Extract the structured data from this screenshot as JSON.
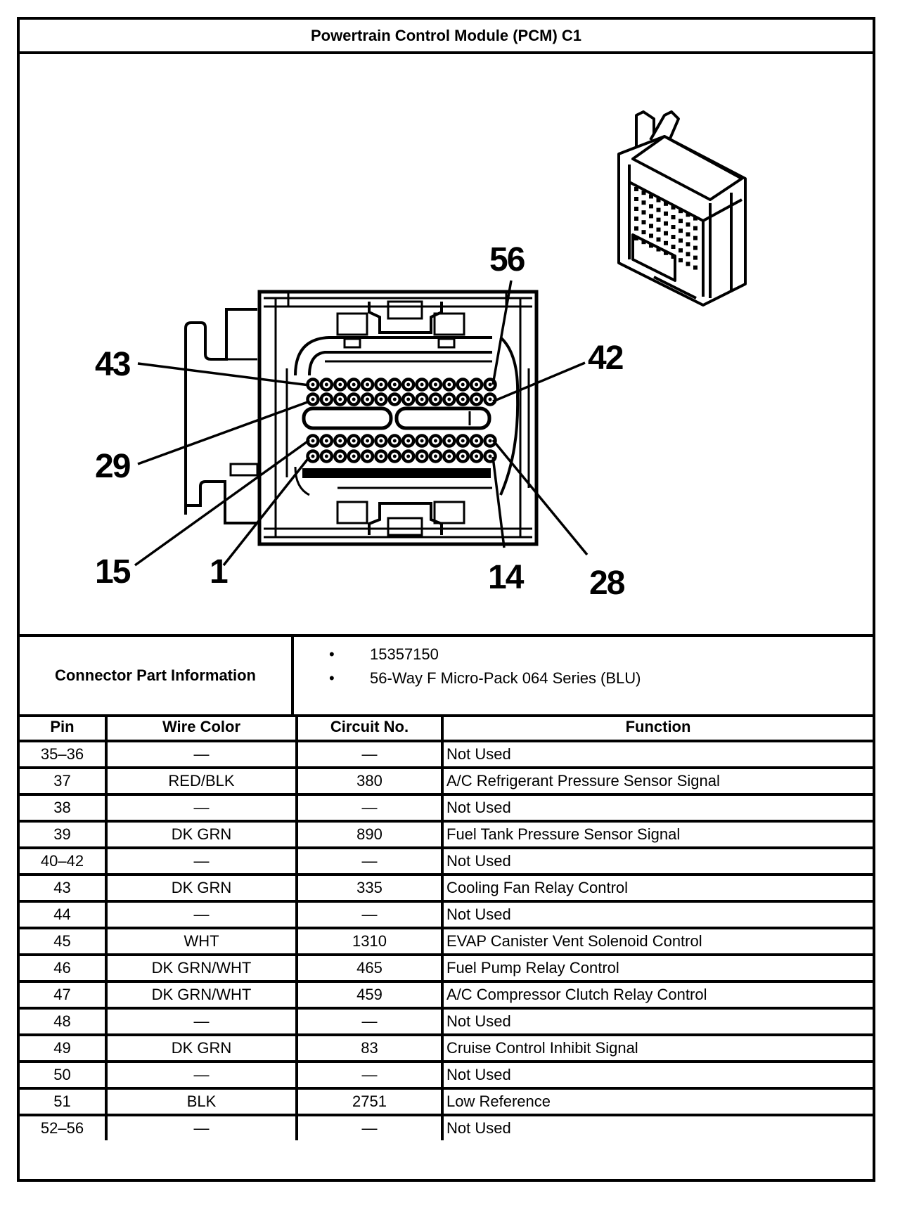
{
  "title": "Powertrain Control Module (PCM) C1",
  "diagram": {
    "pin_labels": [
      "43",
      "29",
      "15",
      "1",
      "56",
      "42",
      "14",
      "28"
    ],
    "pins_per_row": 14,
    "rows": 4
  },
  "connector_info": {
    "label": "Connector Part Information",
    "items": [
      "15357150",
      "56-Way F Micro-Pack 064 Series (BLU)"
    ]
  },
  "table": {
    "headers": [
      "Pin",
      "Wire Color",
      "Circuit No.",
      "Function"
    ],
    "rows": [
      {
        "pin": "35–36",
        "wire_color": "—",
        "circuit": "—",
        "function": "Not Used"
      },
      {
        "pin": "37",
        "wire_color": "RED/BLK",
        "circuit": "380",
        "function": "A/C Refrigerant Pressure Sensor Signal"
      },
      {
        "pin": "38",
        "wire_color": "—",
        "circuit": "—",
        "function": "Not Used"
      },
      {
        "pin": "39",
        "wire_color": "DK GRN",
        "circuit": "890",
        "function": "Fuel Tank Pressure Sensor Signal"
      },
      {
        "pin": "40–42",
        "wire_color": "—",
        "circuit": "—",
        "function": "Not Used"
      },
      {
        "pin": "43",
        "wire_color": "DK GRN",
        "circuit": "335",
        "function": "Cooling Fan Relay Control"
      },
      {
        "pin": "44",
        "wire_color": "—",
        "circuit": "—",
        "function": "Not Used"
      },
      {
        "pin": "45",
        "wire_color": "WHT",
        "circuit": "1310",
        "function": "EVAP Canister Vent Solenoid Control"
      },
      {
        "pin": "46",
        "wire_color": "DK GRN/WHT",
        "circuit": "465",
        "function": "Fuel Pump Relay Control"
      },
      {
        "pin": "47",
        "wire_color": "DK GRN/WHT",
        "circuit": "459",
        "function": "A/C Compressor Clutch Relay Control"
      },
      {
        "pin": "48",
        "wire_color": "—",
        "circuit": "—",
        "function": "Not Used"
      },
      {
        "pin": "49",
        "wire_color": "DK GRN",
        "circuit": "83",
        "function": "Cruise Control Inhibit Signal"
      },
      {
        "pin": "50",
        "wire_color": "—",
        "circuit": "—",
        "function": "Not Used"
      },
      {
        "pin": "51",
        "wire_color": "BLK",
        "circuit": "2751",
        "function": "Low Reference"
      },
      {
        "pin": "52–56",
        "wire_color": "—",
        "circuit": "—",
        "function": "Not Used"
      }
    ]
  }
}
